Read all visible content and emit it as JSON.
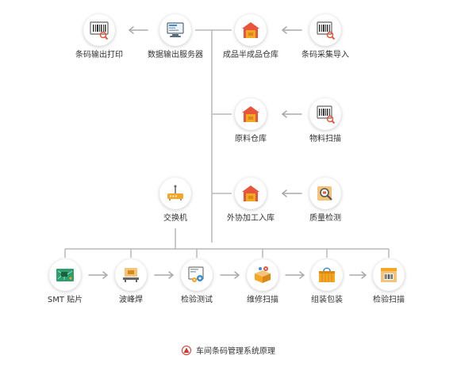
{
  "nodes": {
    "barcode_print": {
      "label": "条码输出打印",
      "icon": "barcode-print-icon"
    },
    "data_server": {
      "label": "数据输出服务器",
      "icon": "server-icon"
    },
    "finished_warehouse": {
      "label": "成品半成品仓库",
      "icon": "warehouse-icon"
    },
    "barcode_import": {
      "label": "条码采集导入",
      "icon": "barcode-scan-icon"
    },
    "raw_warehouse": {
      "label": "原料仓库",
      "icon": "warehouse-icon"
    },
    "material_scan": {
      "label": "物料扫描",
      "icon": "barcode-scan-icon"
    },
    "switch": {
      "label": "交换机",
      "icon": "router-icon"
    },
    "outsource_warehouse": {
      "label": "外协加工入库",
      "icon": "warehouse-icon"
    },
    "quality_check": {
      "label": "质量检测",
      "icon": "magnifier-icon"
    },
    "smt": {
      "label": "SMT 贴片",
      "icon": "circuit-board-icon"
    },
    "wave_solder": {
      "label": "波峰焊",
      "icon": "solder-machine-icon"
    },
    "inspection_test": {
      "label": "检验测试",
      "icon": "test-gears-icon"
    },
    "repair_scan": {
      "label": "维修扫描",
      "icon": "repair-box-icon"
    },
    "assembly_pack": {
      "label": "组装包装",
      "icon": "packing-box-icon"
    },
    "final_scan": {
      "label": "检验扫描",
      "icon": "barcode-box-icon"
    }
  },
  "caption": {
    "text": "车间条码管理系统原理",
    "icon": "brand-logo-icon"
  },
  "colors": {
    "accent": "#e8553b",
    "orange": "#f5a623",
    "line": "#b8b8b8",
    "arrow": "#aaaaaa"
  }
}
